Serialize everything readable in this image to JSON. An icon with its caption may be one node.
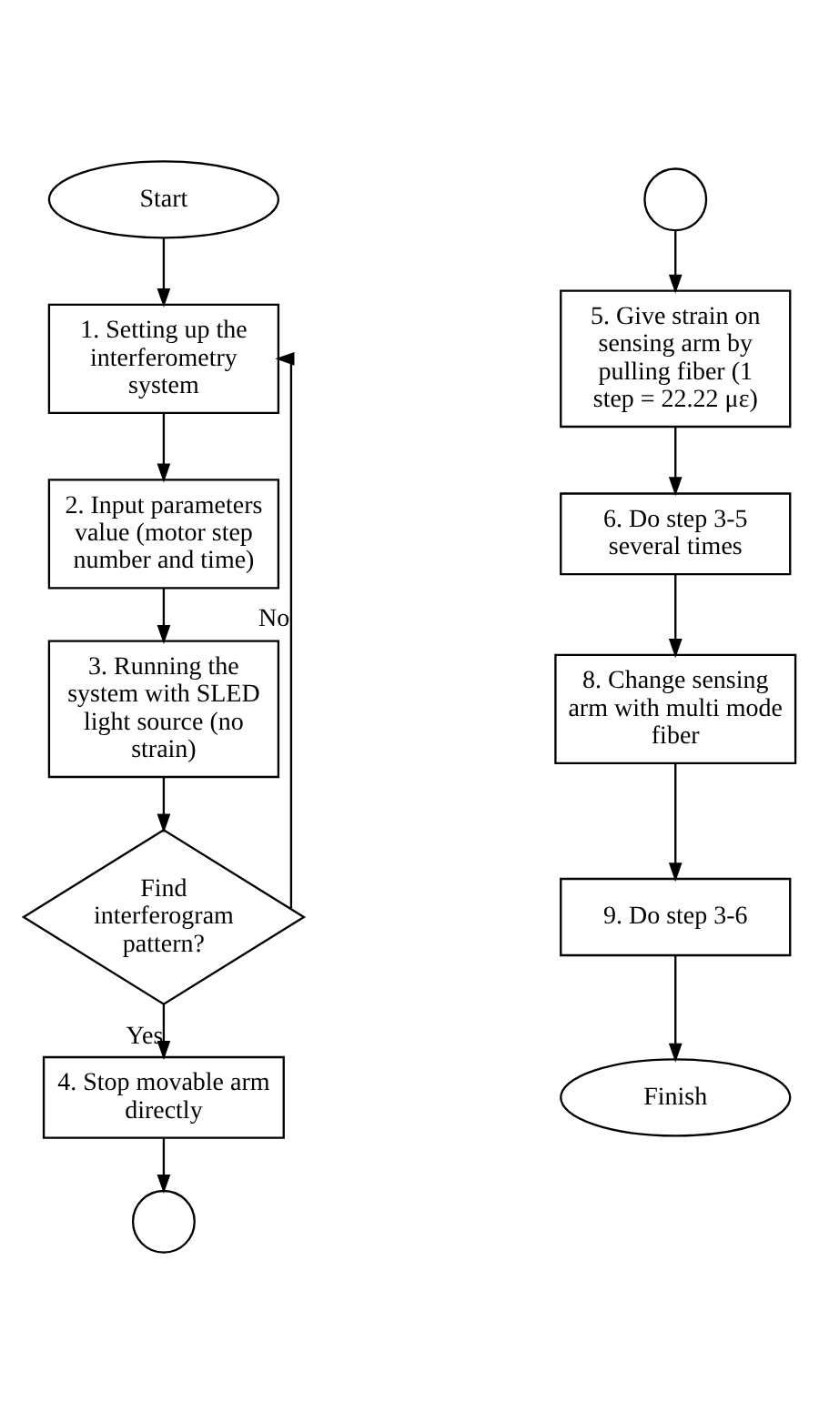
{
  "diagram": {
    "nodes": [
      {
        "text": [
          "Start"
        ]
      },
      {
        "text": [
          "1. Setting up the interferometry system"
        ]
      },
      {
        "text": [
          "2. Input parameters value (motor step number and time)"
        ]
      },
      {
        "text": [
          "3. Running the system with SLED light source (no strain)"
        ]
      },
      {
        "text": [
          "Find interferogram pattern?"
        ]
      },
      {
        "text": [
          "4. Stop movable arm directly"
        ]
      },
      {
        "text": [],
        "shape": "circle"
      },
      {
        "text": [],
        "shape": "circle"
      },
      {
        "text": [
          "5. Give strain on sensing arm by pulling fiber (1 step = 22.22 με)"
        ]
      },
      {
        "text": [
          "6. Do step 3-5 several times"
        ]
      },
      {
        "text": [
          "8. Change sensing arm with multi mode fiber"
        ]
      },
      {
        "text": [
          "9. Do step 3-6"
        ]
      },
      {
        "text": [
          "Finish"
        ]
      }
    ],
    "edges": [
      {
        "from": 0,
        "to": 1,
        "arrow": "to"
      },
      {
        "from": 1,
        "to": 2,
        "arrow": "to"
      },
      {
        "from": 2,
        "to": 3,
        "arrow": "to"
      },
      {
        "from": 3,
        "to": 4,
        "arrow": "to"
      },
      {
        "from": 4,
        "to": 5,
        "arrow": "to",
        "label": "Yes"
      },
      {
        "from": 4,
        "to": 1,
        "arrow": "to",
        "label": "No"
      },
      {
        "from": 5,
        "to": 6,
        "arrow": "to"
      },
      {
        "from": 7,
        "to": 8,
        "arrow": "to"
      },
      {
        "from": 8,
        "to": 9,
        "arrow": "to"
      },
      {
        "from": 9,
        "to": 10,
        "arrow": "to"
      },
      {
        "from": 10,
        "to": 11,
        "arrow": "to"
      },
      {
        "from": 11,
        "to": 12,
        "arrow": "to"
      }
    ]
  }
}
